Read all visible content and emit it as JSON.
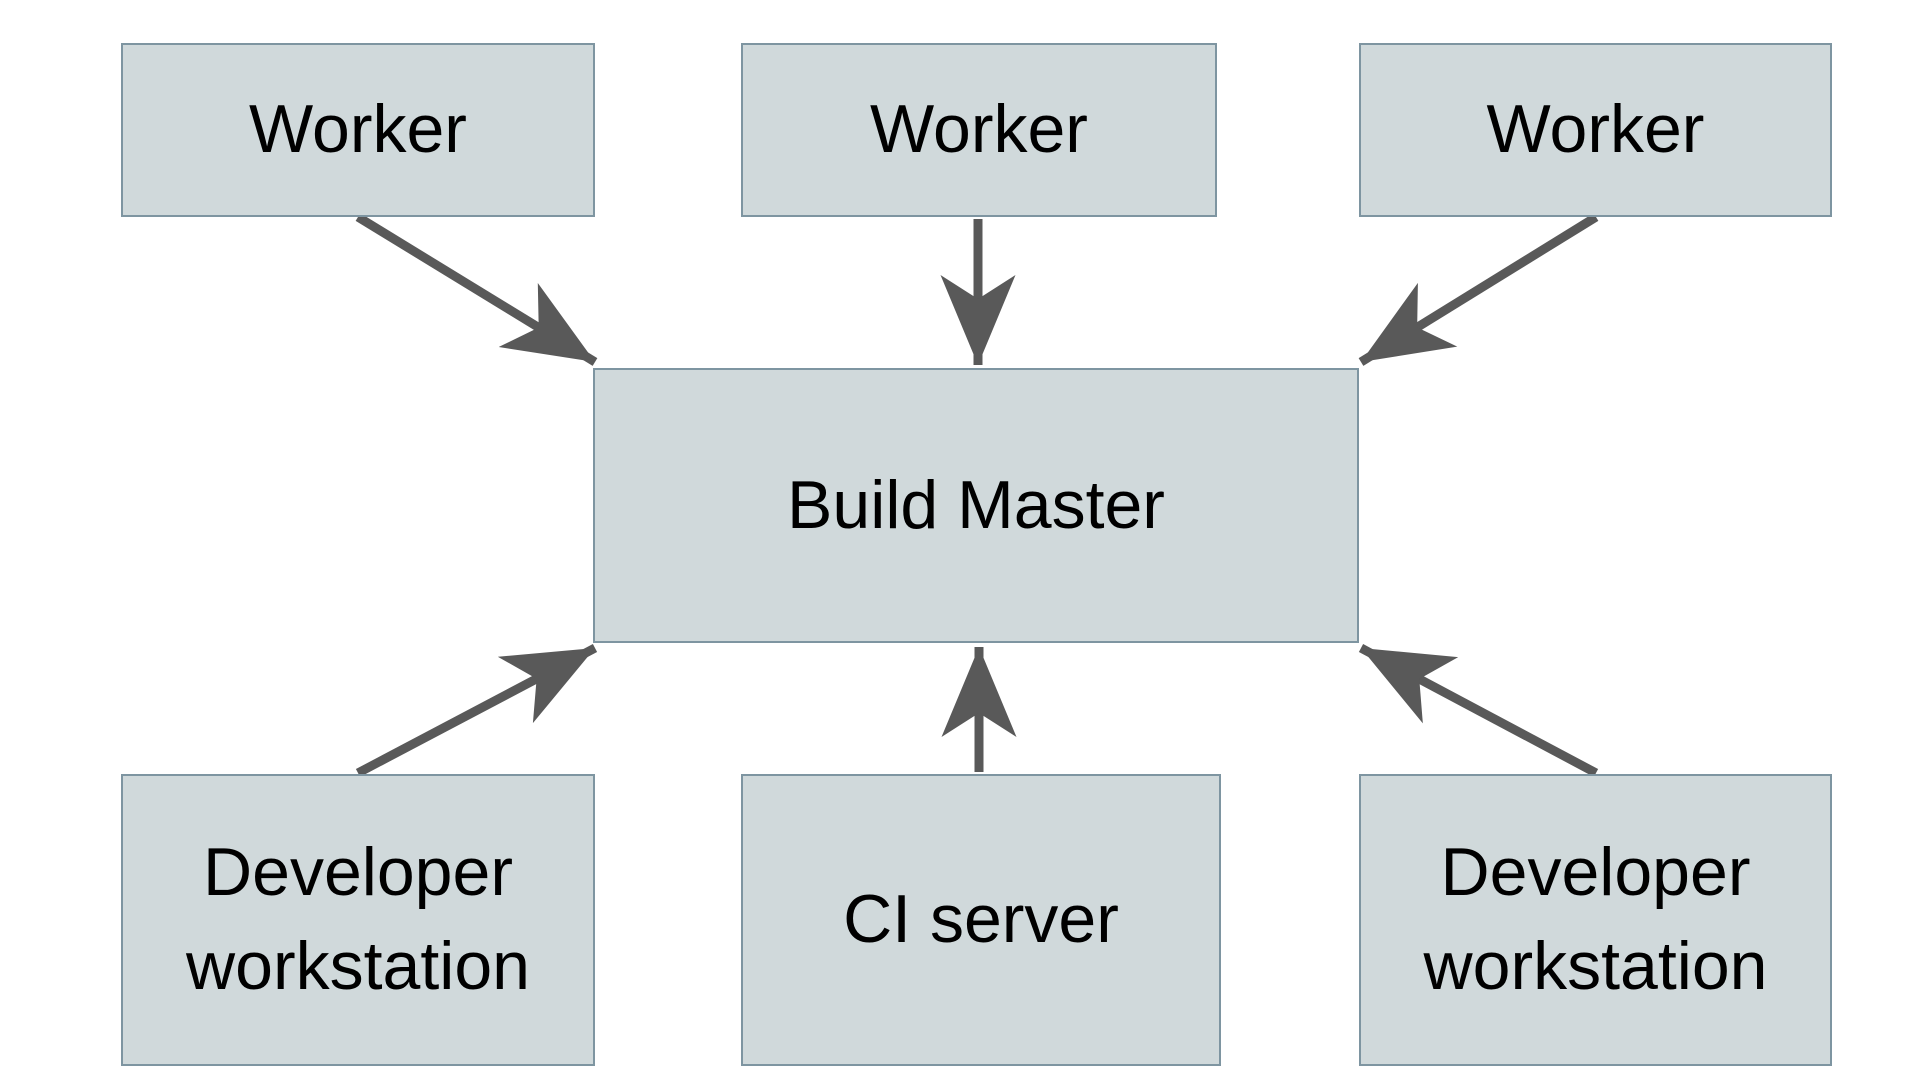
{
  "diagram": {
    "type": "architecture-diagram",
    "colors": {
      "background": "#ffffff",
      "node_fill": "#d0d9db",
      "node_border": "#7e95a1",
      "arrow": "#595959",
      "text": "#000000"
    },
    "nodes": {
      "worker_1": {
        "label": "Worker"
      },
      "worker_2": {
        "label": "Worker"
      },
      "worker_3": {
        "label": "Worker"
      },
      "build_master": {
        "label": "Build Master"
      },
      "developer_workstation_left": {
        "label": "Developer workstation"
      },
      "ci_server": {
        "label": "CI server"
      },
      "developer_workstation_right": {
        "label": "Developer workstation"
      }
    },
    "edges": [
      {
        "from": "worker_1",
        "to": "build_master"
      },
      {
        "from": "worker_2",
        "to": "build_master"
      },
      {
        "from": "worker_3",
        "to": "build_master"
      },
      {
        "from": "developer_workstation_left",
        "to": "build_master"
      },
      {
        "from": "ci_server",
        "to": "build_master"
      },
      {
        "from": "developer_workstation_right",
        "to": "build_master"
      }
    ]
  }
}
